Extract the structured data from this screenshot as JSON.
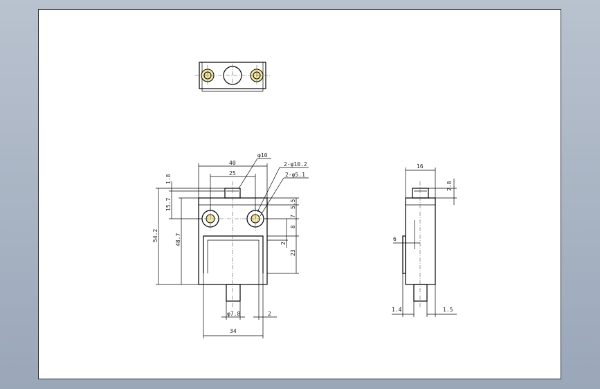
{
  "drawing": {
    "background": "#b0bac8",
    "sheet_color": "#ffffff",
    "hole_fill": "#f3e7a3",
    "dimensions": {
      "overall_width": "40",
      "hole_spacing": "25",
      "plunger_diameter_callout": "φ10",
      "hole_callout_1": "2-φ10.2",
      "hole_callout_2": "2-φ5.1",
      "top_offset": "1.8",
      "plunger_height": "15.7",
      "overall_height": "54.2",
      "body_height": "48.7",
      "dim_5_5": "5.5",
      "dim_7": "7",
      "dim_8": "8",
      "dim_2_slot": "2",
      "dim_23": "23",
      "shaft_diameter": "φ7.8",
      "dim_2_right": "2",
      "bottom_width": "34",
      "side_width": "16",
      "side_top": "2.8",
      "side_6": "6",
      "side_1_4": "1.4",
      "side_1_5": "1.5"
    }
  }
}
